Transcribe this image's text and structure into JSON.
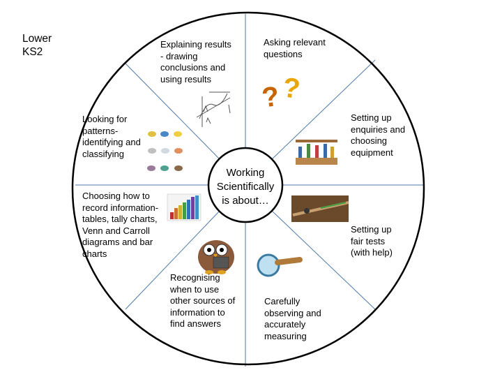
{
  "title": "Lower\nKS2",
  "center": "Working\nScientifically\nis about…",
  "segments": [
    {
      "id": "explaining",
      "text": "Explaining results\n- drawing\nconclusions and\nusing results"
    },
    {
      "id": "asking",
      "text": "Asking  relevant\nquestions"
    },
    {
      "id": "setting-up",
      "text": "Setting up\nenquiries and\nchoosing\nequipment"
    },
    {
      "id": "fair-tests",
      "text": "Setting up\nfair tests\n(with help)"
    },
    {
      "id": "observing",
      "text": "Carefully\nobserving and\naccurately\nmeasuring"
    },
    {
      "id": "recognising",
      "text": "Recognising\nwhen to use\nother sources of\ninformation to\nfind answers"
    },
    {
      "id": "recording",
      "text": "Choosing how to\nrecord information-\ntables, tally charts,\nVenn and Carroll\ndiagrams and bar\ncharts"
    },
    {
      "id": "patterns",
      "text": "Looking for\npatterns-\nidentifying and\nclassifying"
    }
  ],
  "colors": {
    "outline": "#000000",
    "divider": "#4f7aa8",
    "background": "#ffffff"
  },
  "icons": [
    "graph-sketch-icon",
    "question-marks-icon",
    "birds-classification-icon",
    "test-tubes-icon",
    "bar-chart-icon",
    "ramp-experiment-icon",
    "owl-reading-icon",
    "magnifying-glass-icon"
  ]
}
